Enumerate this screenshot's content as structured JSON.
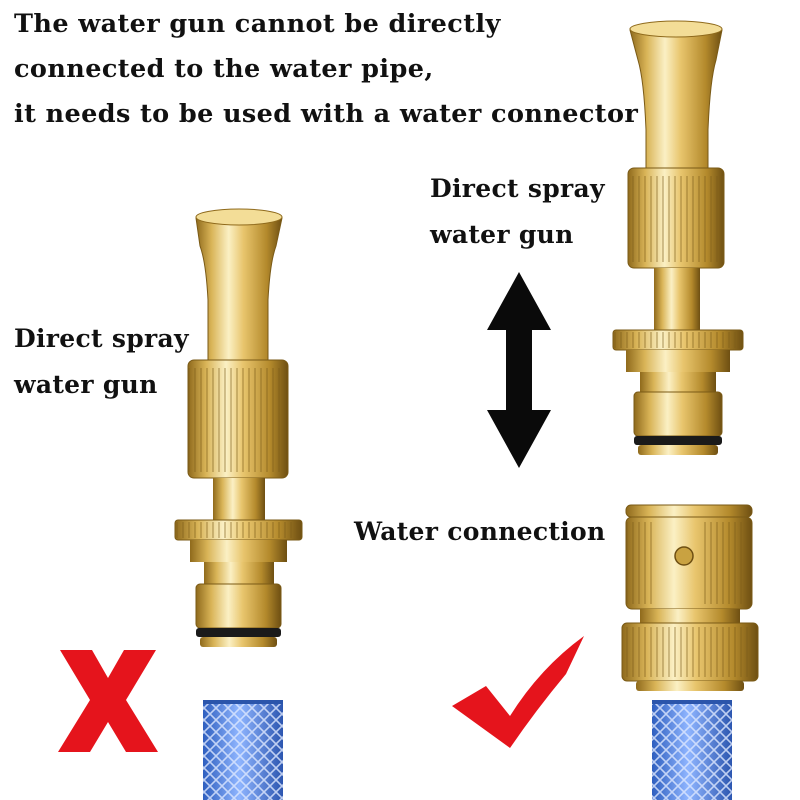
{
  "headline": {
    "line1": "The water gun cannot be directly",
    "line2": "connected to the water pipe,",
    "line3": "it needs to be used with a water connector"
  },
  "left_panel": {
    "label_line1": "Direct spray",
    "label_line2": "water gun",
    "verdict_icon": "red-x-icon",
    "verdict_color": "#e5141c"
  },
  "right_panel": {
    "gun_label_line1": "Direct spray",
    "gun_label_line2": "water gun",
    "connector_label": "Water connection",
    "verdict_icon": "red-check-icon",
    "verdict_color": "#e5141c",
    "arrow_icon": "double-vertical-arrow-icon"
  },
  "colors": {
    "brass_light": "#f7e6a6",
    "brass_mid": "#d9b457",
    "brass_dark": "#8f6a1c",
    "hose_blue": "#4f86e8",
    "oring_black": "#1a1a1a"
  }
}
